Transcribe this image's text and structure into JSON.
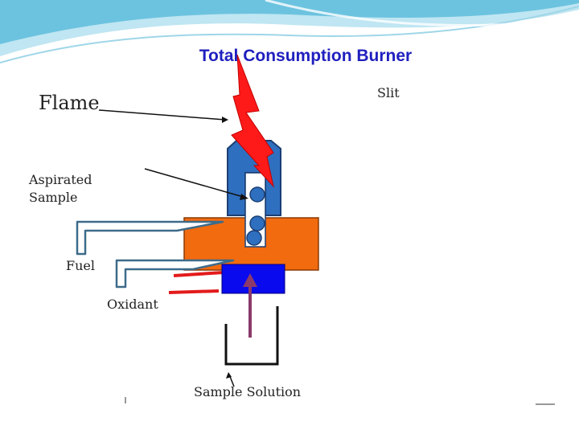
{
  "title": "Total Consumption Burner",
  "labels": {
    "flame": "Flame",
    "slit": "Slit",
    "aspirated_line1": "Aspirated",
    "aspirated_line2": "Sample",
    "fuel": "Fuel",
    "oxidant": "Oxidant",
    "sample_solution": "Sample Solution"
  },
  "colors": {
    "title": "#1f1fbf",
    "flame": "#ff1a1a",
    "burner_head": "#2f6fbf",
    "mixing_block": "#f26b0f",
    "oxidant_block": "#0a0aee",
    "droplets": "#2f6fbf",
    "capillary": "#8b3a6b",
    "header_wave": "#6cc3e0"
  }
}
